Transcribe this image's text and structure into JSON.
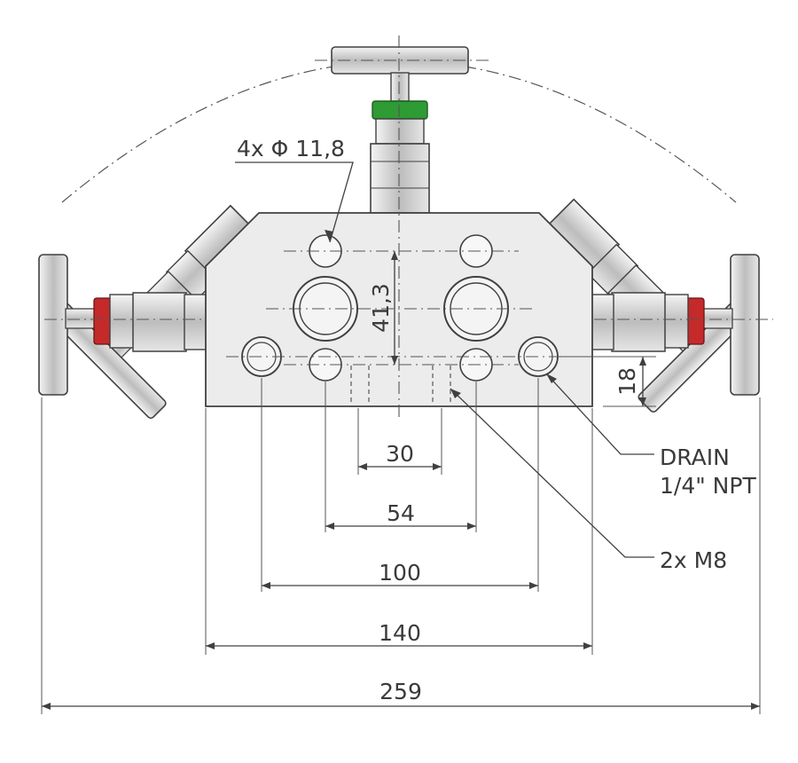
{
  "drawing": {
    "callouts": {
      "holes": "4x Φ 11,8",
      "drain_line1": "DRAIN",
      "drain_line2": "1/4\" NPT",
      "threads": "2x M8"
    },
    "dimensions": {
      "center_height": "41,3",
      "drain_height": "18",
      "d30": "30",
      "d54": "54",
      "d100": "100",
      "d140": "140",
      "d259": "259"
    },
    "colors": {
      "line": "#404040",
      "body": "#ececec",
      "metal": "#d9d9d9",
      "green_ring": "#2e9b35",
      "blue_ring": "#2a4fb8",
      "red_ring": "#c42a2a"
    }
  }
}
